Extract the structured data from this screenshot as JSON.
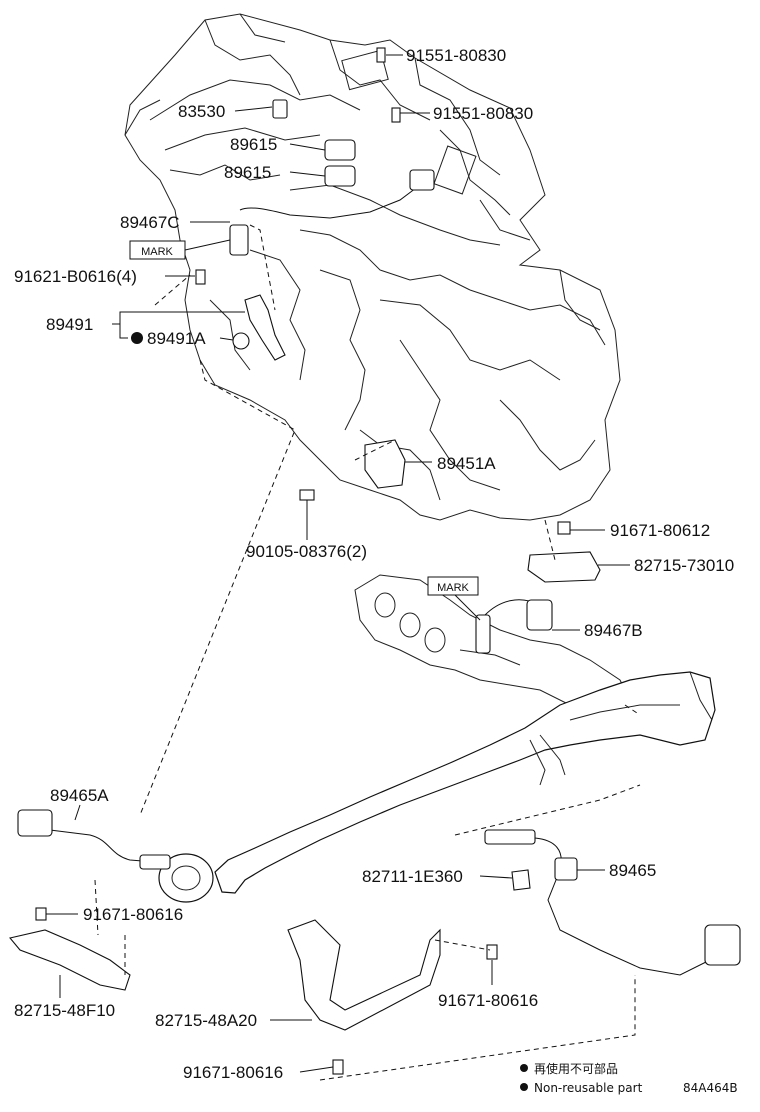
{
  "parts": {
    "p_91551_80830_a": "91551-80830",
    "p_91551_80830_b": "91551-80830",
    "p_83530": "83530",
    "p_89615_a": "89615",
    "p_89615_b": "89615",
    "p_89467C": "89467C",
    "p_91621_B0616": "91621-B0616(4)",
    "p_89491": "89491",
    "p_89491A": "89491A",
    "p_89451A": "89451A",
    "p_90105_08376": "90105-08376(2)",
    "p_91671_80612": "91671-80612",
    "p_82715_73010": "82715-73010",
    "p_89467B": "89467B",
    "p_89465A": "89465A",
    "p_91671_80616_a": "91671-80616",
    "p_82715_48F10": "82715-48F10",
    "p_82711_1E360": "82711-1E360",
    "p_89465": "89465",
    "p_91671_80616_b": "91671-80616",
    "p_82715_48A20": "82715-48A20",
    "p_91671_80616_c": "91671-80616"
  },
  "marks": {
    "mark_1": "MARK",
    "mark_2": "MARK"
  },
  "legend": {
    "non_reusable_jp": "再使用不可部品",
    "non_reusable_en": "Non-reusable part"
  },
  "diagram_code": "84A464B"
}
